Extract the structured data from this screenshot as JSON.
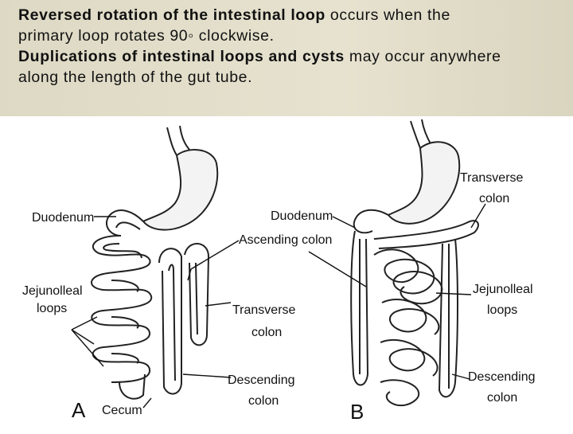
{
  "text": {
    "p1_bold": "Reversed rotation of the intestinal loop",
    "p1_rest": " occurs when the",
    "p1_line2": "primary loop rotates 90◦ clockwise.",
    "p2_bold": "Duplications of intestinal loops and cysts",
    "p2_rest": " may occur anywhere",
    "p2_line2": "along the length of the gut tube."
  },
  "figure": {
    "panel_a": {
      "letter": "A",
      "labels": {
        "duodenum": "Duodenum",
        "ascending_colon": "Ascending colon",
        "jejunoileal_1": "Jejunolleal",
        "jejunoileal_2": "loops",
        "transverse_1": "Transverse",
        "transverse_2": "colon",
        "descending_1": "Descending",
        "descending_2": "colon",
        "cecum": "Cecum"
      }
    },
    "panel_b": {
      "letter": "B",
      "labels": {
        "duodenum": "Duodenum",
        "transverse_1": "Transverse",
        "transverse_2": "colon",
        "jejunoileal_1": "Jejunolleal",
        "jejunoileal_2": "loops",
        "descending_1": "Descending",
        "descending_2": "colon"
      }
    }
  }
}
